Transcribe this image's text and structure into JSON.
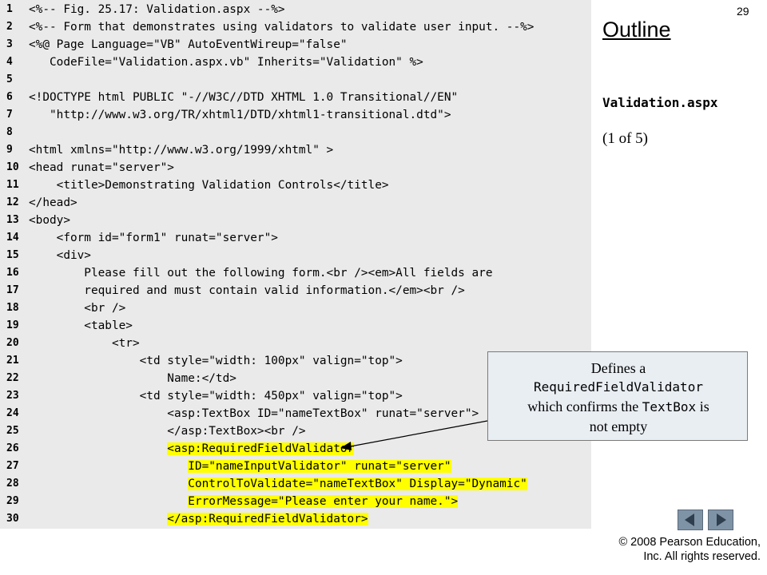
{
  "slide": {
    "number": "29",
    "outline_title": "Outline",
    "file_title": "Validation.aspx",
    "part": "(1 of 5)",
    "copyright_line1": "© 2008 Pearson Education,",
    "copyright_line2": "Inc.  All rights reserved."
  },
  "callout": {
    "line1": "Defines a",
    "line2_code": "RequiredFieldValidator",
    "line3_pre": "which confirms the ",
    "line3_code": "TextBox",
    "line3_post": " is",
    "line4": "not empty"
  },
  "code_lines": [
    {
      "n": "1",
      "text": "<%-- Fig. 25.17: Validation.aspx --%>",
      "hl": false
    },
    {
      "n": "2",
      "text": "<%-- Form that demonstrates using validators to validate user input. --%>",
      "hl": false
    },
    {
      "n": "3",
      "text": "<%@ Page Language=\"VB\" AutoEventWireup=\"false\"",
      "hl": false
    },
    {
      "n": "4",
      "text": "   CodeFile=\"Validation.aspx.vb\" Inherits=\"Validation\" %>",
      "hl": false
    },
    {
      "n": "5",
      "text": "",
      "hl": false
    },
    {
      "n": "6",
      "text": "<!DOCTYPE html PUBLIC \"-//W3C//DTD XHTML 1.0 Transitional//EN\"",
      "hl": false
    },
    {
      "n": "7",
      "text": "   \"http://www.w3.org/TR/xhtml1/DTD/xhtml1-transitional.dtd\">",
      "hl": false
    },
    {
      "n": "8",
      "text": "",
      "hl": false
    },
    {
      "n": "9",
      "text": "<html xmlns=\"http://www.w3.org/1999/xhtml\" >",
      "hl": false
    },
    {
      "n": "10",
      "text": "<head runat=\"server\">",
      "hl": false
    },
    {
      "n": "11",
      "text": "    <title>Demonstrating Validation Controls</title>",
      "hl": false
    },
    {
      "n": "12",
      "text": "</head>",
      "hl": false
    },
    {
      "n": "13",
      "text": "<body>",
      "hl": false
    },
    {
      "n": "14",
      "text": "    <form id=\"form1\" runat=\"server\">",
      "hl": false
    },
    {
      "n": "15",
      "text": "    <div>",
      "hl": false
    },
    {
      "n": "16",
      "text": "        Please fill out the following form.<br /><em>All fields are",
      "hl": false
    },
    {
      "n": "17",
      "text": "        required and must contain valid information.</em><br />",
      "hl": false
    },
    {
      "n": "18",
      "text": "        <br />",
      "hl": false
    },
    {
      "n": "19",
      "text": "        <table>",
      "hl": false
    },
    {
      "n": "20",
      "text": "            <tr>",
      "hl": false
    },
    {
      "n": "21",
      "text": "                <td style=\"width: 100px\" valign=\"top\">",
      "hl": false
    },
    {
      "n": "22",
      "text": "                    Name:</td>",
      "hl": false
    },
    {
      "n": "23",
      "text": "                <td style=\"width: 450px\" valign=\"top\">",
      "hl": false
    },
    {
      "n": "24",
      "text": "                    <asp:TextBox ID=\"nameTextBox\" runat=\"server\">",
      "hl": false
    },
    {
      "n": "25",
      "text": "                    </asp:TextBox><br />",
      "hl": false
    },
    {
      "n": "26",
      "text": "<asp:RequiredFieldValidator",
      "hl": true,
      "indent": "                    "
    },
    {
      "n": "27",
      "text": "ID=\"nameInputValidator\" runat=\"server\"",
      "hl": true,
      "indent": "                       "
    },
    {
      "n": "28",
      "text": "ControlToValidate=\"nameTextBox\" Display=\"Dynamic\"",
      "hl": true,
      "indent": "                       "
    },
    {
      "n": "29",
      "text": "ErrorMessage=\"Please enter your name.\">",
      "hl": true,
      "indent": "                       "
    },
    {
      "n": "30",
      "text": "</asp:RequiredFieldValidator>",
      "hl": true,
      "indent": "                    "
    }
  ]
}
